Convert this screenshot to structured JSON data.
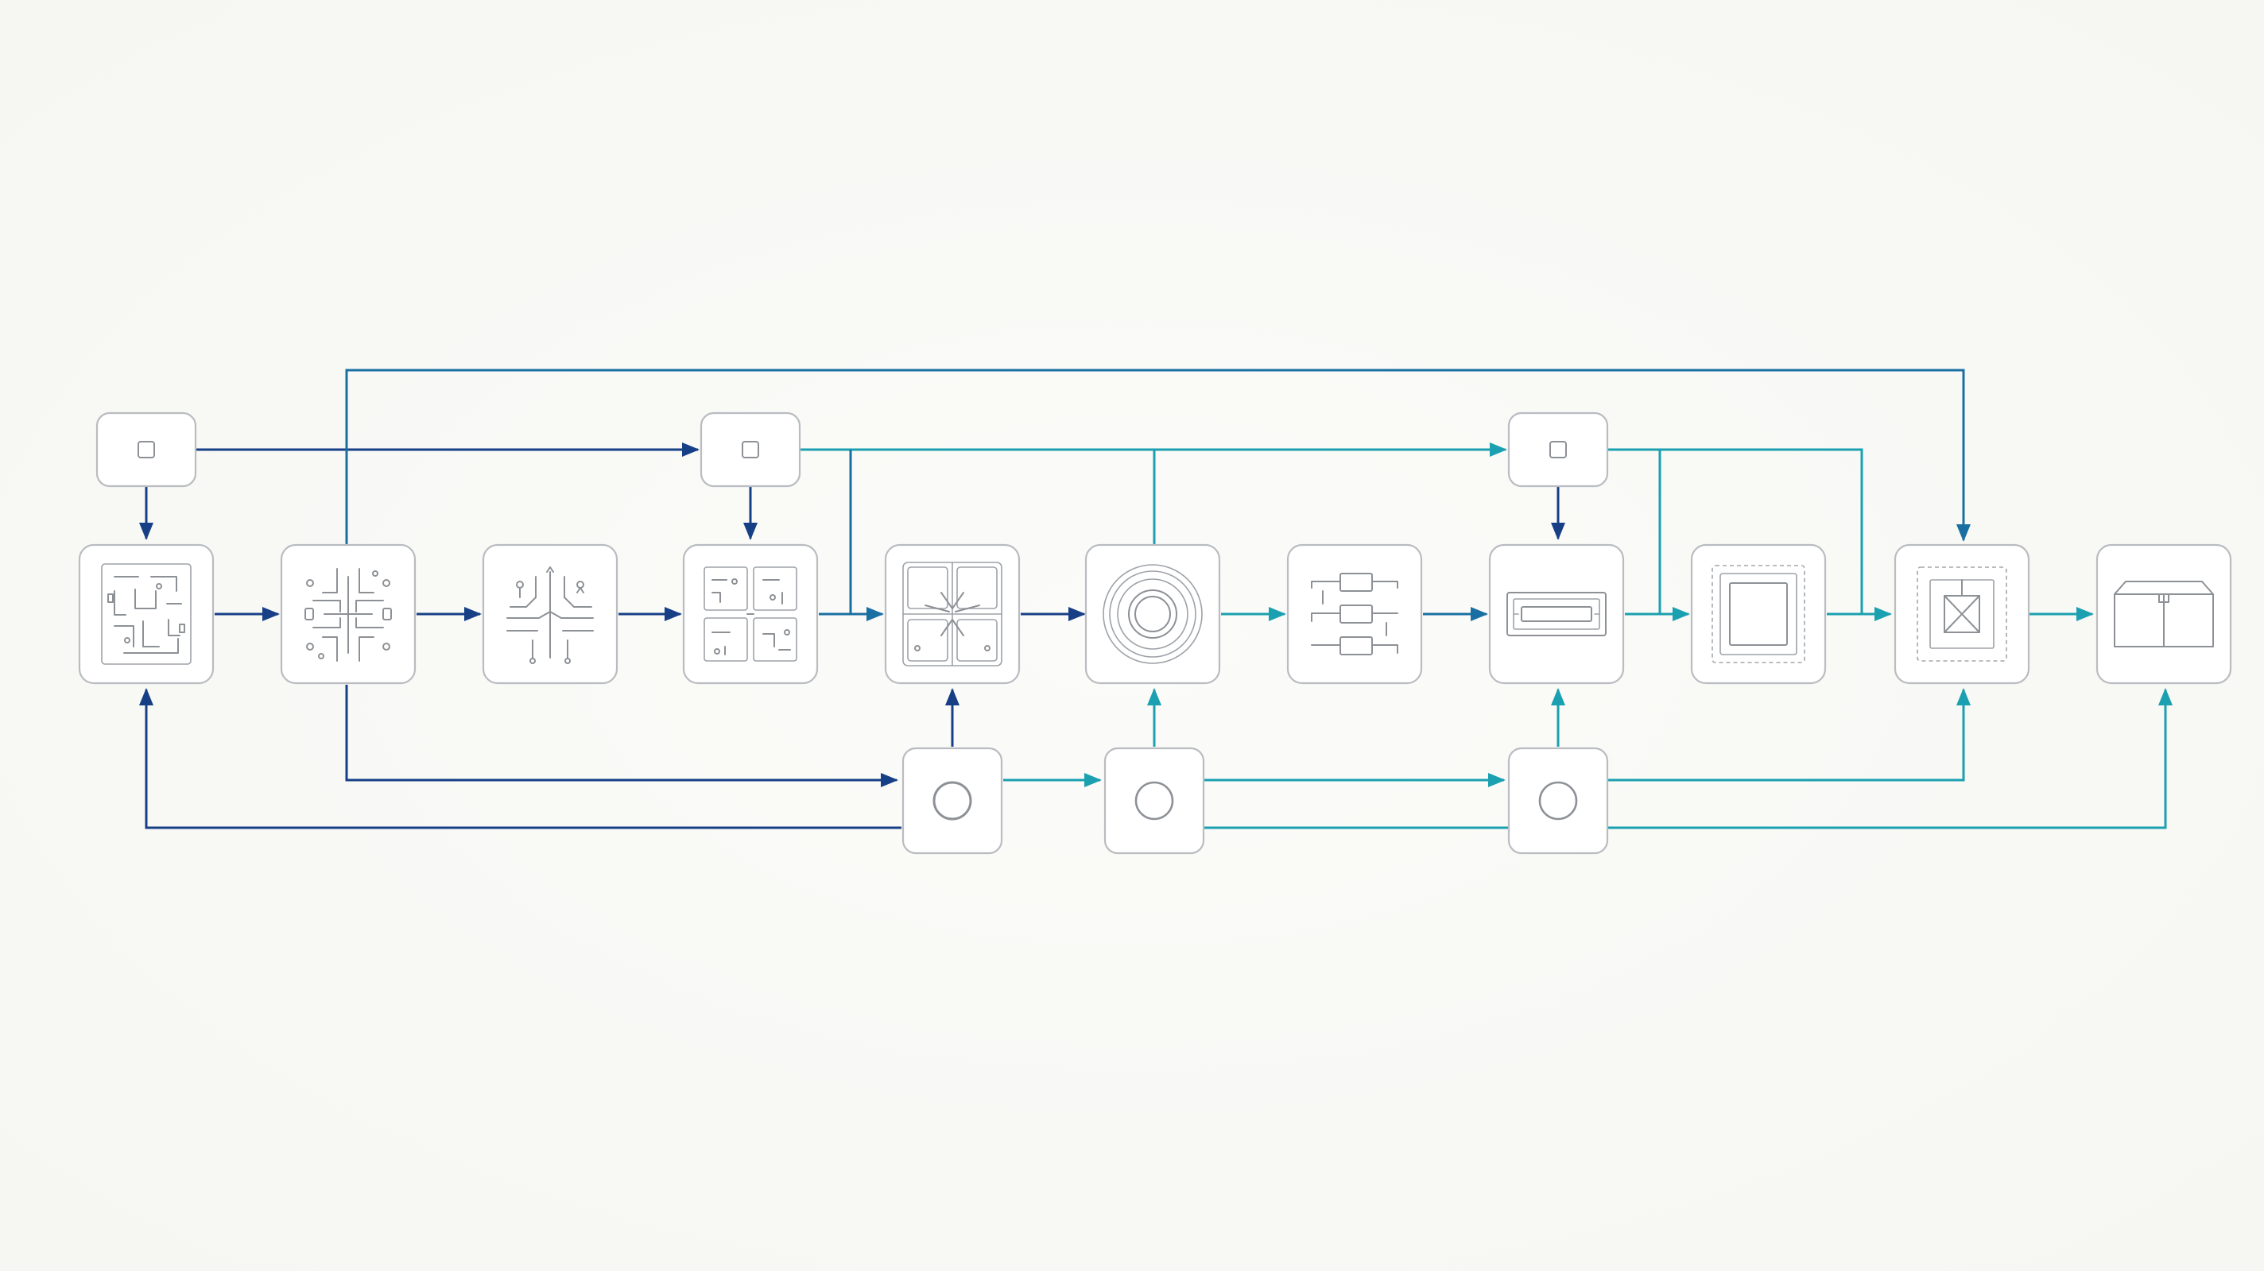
{
  "colors": {
    "navy": "#173f86",
    "steel": "#1a6fa2",
    "teal": "#1aa0b0",
    "node_border": "#b9bcc0",
    "icon": "#8d9196",
    "background": "#f8f8f5"
  },
  "nodes": {
    "main": [
      {
        "id": "m1",
        "icon": "circuit-maze-icon"
      },
      {
        "id": "m2",
        "icon": "circuit-star-icon"
      },
      {
        "id": "m3",
        "icon": "circuit-branch-icon"
      },
      {
        "id": "m4",
        "icon": "circuit-grid-icon"
      },
      {
        "id": "m5",
        "icon": "chip-quadrant-icon"
      },
      {
        "id": "m6",
        "icon": "concentric-rings-icon"
      },
      {
        "id": "m7",
        "icon": "block-schematic-icon"
      },
      {
        "id": "m8",
        "icon": "slot-frame-icon"
      },
      {
        "id": "m9",
        "icon": "square-frame-icon"
      },
      {
        "id": "m10",
        "icon": "crossed-box-icon"
      },
      {
        "id": "m11",
        "icon": "package-box-icon"
      }
    ],
    "top": [
      {
        "id": "t1",
        "icon": "small-square-icon"
      },
      {
        "id": "t2",
        "icon": "small-square-icon"
      },
      {
        "id": "t3",
        "icon": "small-square-icon"
      }
    ],
    "bottom": [
      {
        "id": "b1",
        "icon": "circle-icon"
      },
      {
        "id": "b2",
        "icon": "circle-icon"
      },
      {
        "id": "b3",
        "icon": "circle-icon"
      }
    ]
  }
}
